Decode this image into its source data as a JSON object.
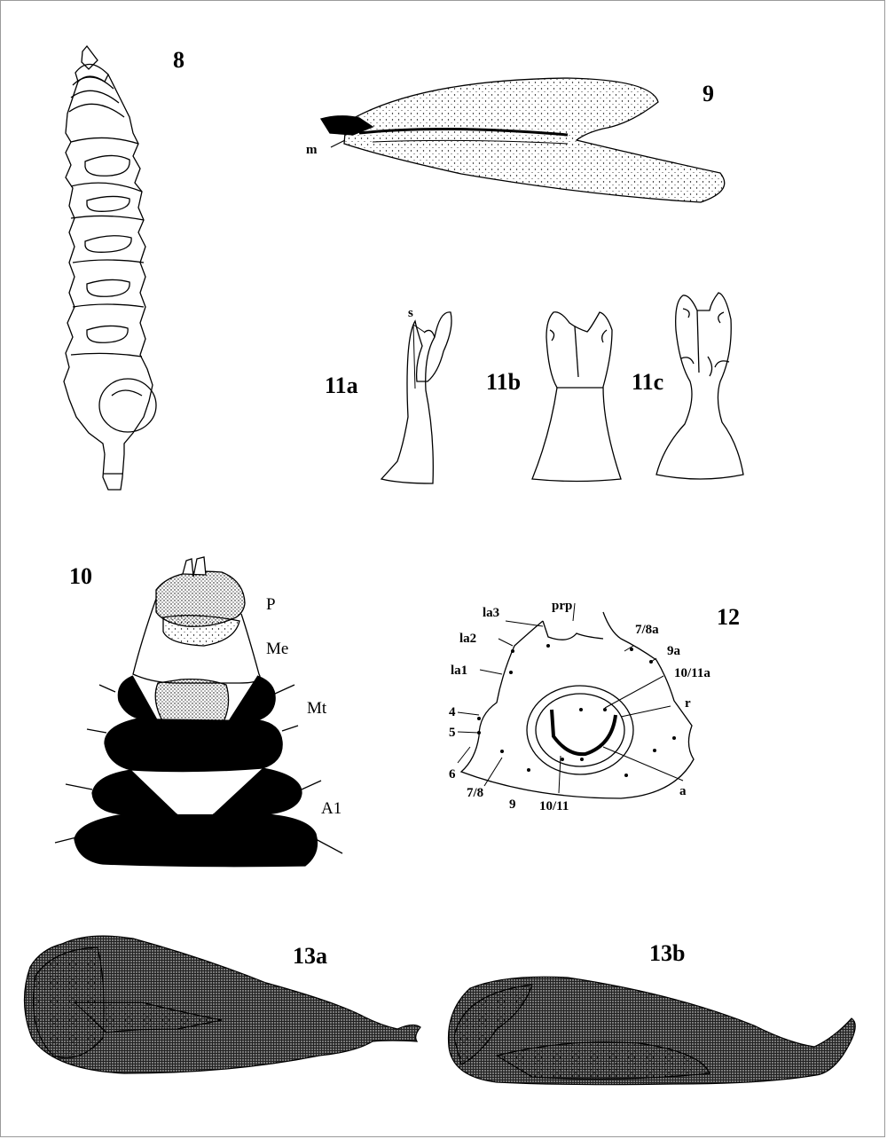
{
  "figures": {
    "fig8": "8",
    "fig9": "9",
    "fig10": "10",
    "fig11a": "11a",
    "fig11b": "11b",
    "fig11c": "11c",
    "fig12": "12",
    "fig13a": "13a",
    "fig13b": "13b"
  },
  "labels": {
    "fig9": {
      "m": "m"
    },
    "fig11": {
      "s": "s"
    },
    "fig10": {
      "P": "P",
      "Me": "Me",
      "Mt": "Mt",
      "A1": "A1"
    },
    "fig12": {
      "la3": "la3",
      "prp": "prp",
      "la2": "la2",
      "la1": "la1",
      "a78": "7/8a",
      "a9": "9a",
      "a1011": "10/11a",
      "r": "r",
      "s4": "4",
      "s5": "5",
      "s6": "6",
      "s78": "7/8",
      "s9": "9",
      "s1011": "10/11",
      "a": "a"
    }
  }
}
